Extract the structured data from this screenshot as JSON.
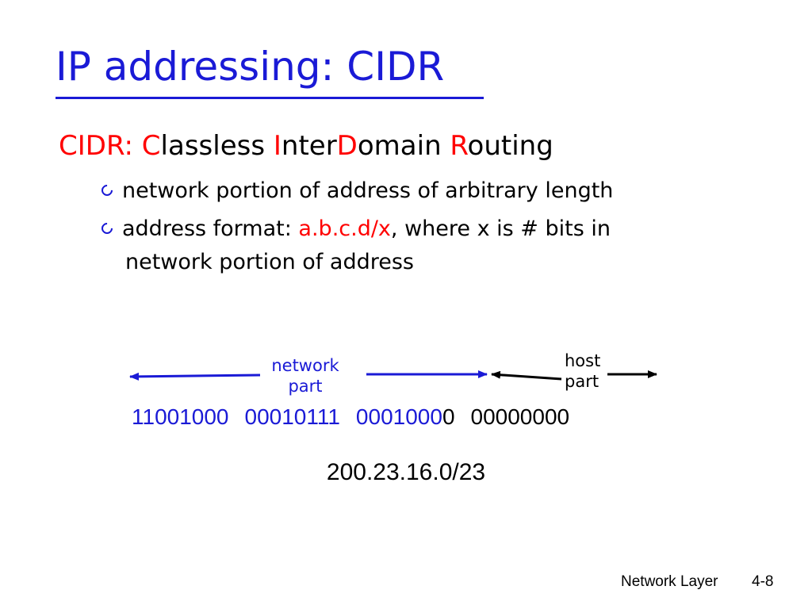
{
  "title": "IP addressing: CIDR",
  "heading": {
    "prefix": "CIDR: ",
    "c_letter": "C",
    "c_rest": "lassless ",
    "i_letter": "I",
    "i_rest": "nter",
    "d_letter": "D",
    "d_rest": "omain ",
    "r_letter": "R",
    "r_rest": "outing"
  },
  "bullets": {
    "first": "network portion of address of arbitrary length",
    "second_prefix": "address format: ",
    "second_highlight": "a.b.c.d/x",
    "second_suffix": ", where x is # bits in",
    "second_cont": "network portion of address"
  },
  "diagram": {
    "network_label_line1": "network",
    "network_label_line2": "part",
    "host_label_line1": "host",
    "host_label_line2": "part",
    "octet1": "11001000",
    "octet2": "00010111",
    "octet3_network": "0001000",
    "octet3_host": "0",
    "octet4": "00000000",
    "dotted_notation": "200.23.16.0/23"
  },
  "footer": {
    "label": "Network Layer",
    "page": "4-8"
  },
  "colors": {
    "title_blue": "#1a1ad6",
    "accent_red": "#ff0000",
    "network_blue": "#1a1ad6",
    "text_black": "#000000"
  }
}
